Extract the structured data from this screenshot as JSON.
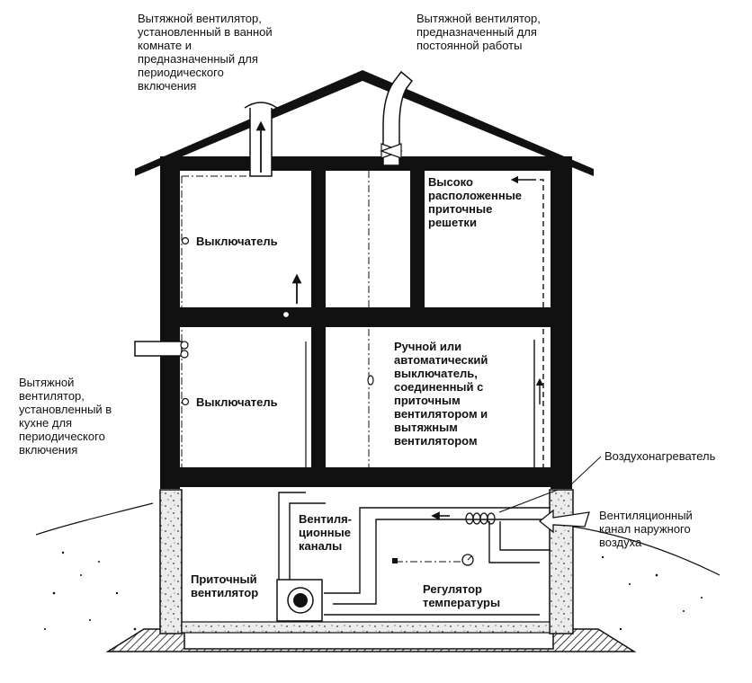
{
  "labels": {
    "bath_fan": "Вытяжной вентилятор,\nустановленный в ванной\nкомнате и\nпредназначенный для\nпериодического\nвключения",
    "constant_fan": "Вытяжной вентилятор,\nпредназначенный для\nпостоянной работы",
    "high_grilles": "Высоко\nрасположенные\nприточные\nрешетки",
    "switch_upper": "Выключатель",
    "switch_lower": "Выключатель",
    "kitchen_fan": "Вытяжной\nвентилятор,\nустановленный в\nкухне для\nпериодического\nвключения",
    "manual_switch": "Ручной или\nавтоматический\nвыключатель,\nсоединенный с\nприточным\nвентилятором и\nвытяжным\nвентилятором",
    "heater": "Воздухонагреватель",
    "outdoor_duct": "Вентиляционный\nканал наружного\nвоздуха",
    "ducts": "Вентиля-\nционные\nканалы",
    "supply_fan": "Приточный\nвентилятор",
    "thermostat": "Регулятор\nтемпературы"
  },
  "colors": {
    "ink": "#111111",
    "concrete": "#d8d8d8",
    "paper": "#ffffff"
  }
}
